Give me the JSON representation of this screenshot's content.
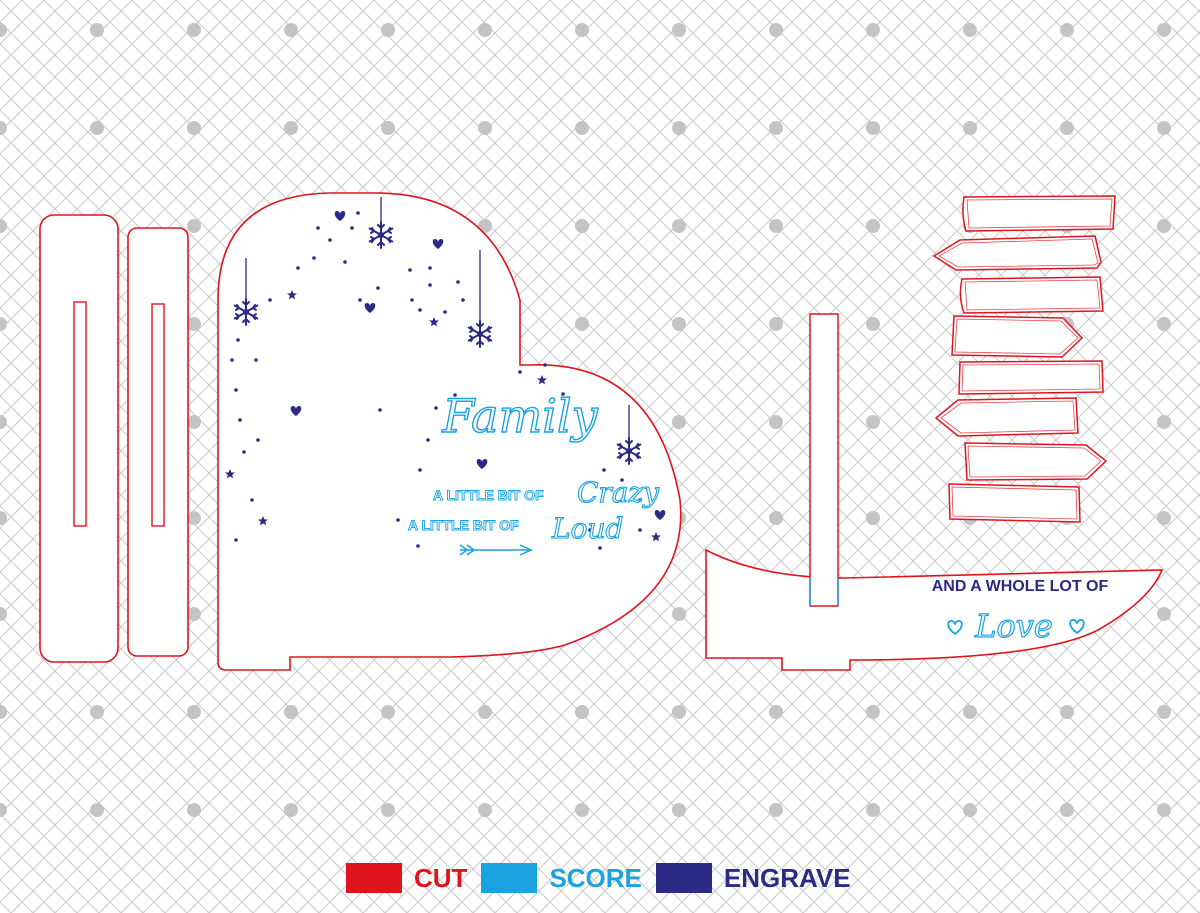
{
  "colors": {
    "cut": "#e0141e",
    "score": "#1aa3e0",
    "engrave": "#2b2a84",
    "grid_line": "#c8c8c8",
    "grid_dot": "#c4c4c4"
  },
  "engraving": {
    "heart_title": "Family",
    "heart_line1_prefix": "A LITTLE BIT OF",
    "heart_line1_word": "Crazy",
    "heart_line2_prefix": "A LITTLE BIT OF",
    "heart_line2_word": "Loud",
    "base_line1": "AND A WHOLE LOT OF",
    "base_word": "Love"
  },
  "legend": [
    {
      "label": "CUT",
      "color": "#e0141e"
    },
    {
      "label": "SCORE",
      "color": "#1aa3e0"
    },
    {
      "label": "ENGRAVE",
      "color": "#2b2a84"
    }
  ],
  "icons": {
    "snowflake": "snowflake-icon",
    "heart": "heart-icon",
    "star": "star-icon",
    "arrow": "arrow-icon"
  }
}
